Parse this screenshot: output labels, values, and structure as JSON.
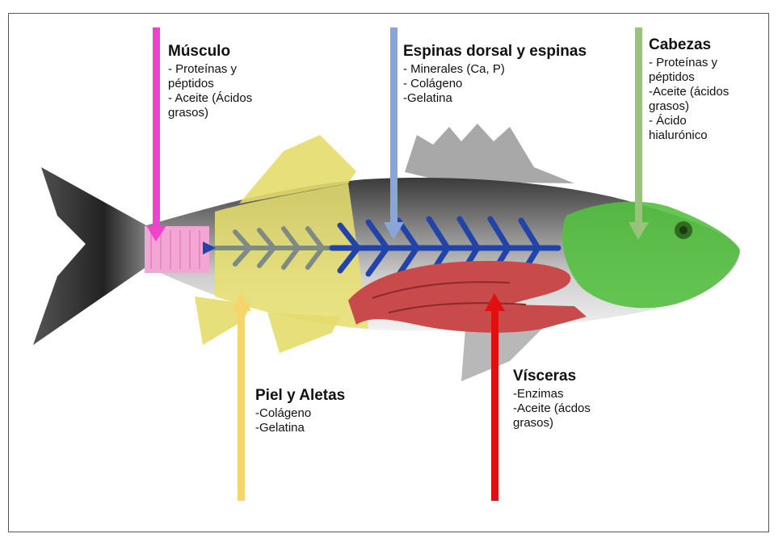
{
  "colors": {
    "musculo": "#ee44cc",
    "espinas": "#8aa6d8",
    "cabezas": "#99c27a",
    "piel": "#f6d66a",
    "visceras": "#e01010",
    "spine_dark": "#2244a8",
    "spine_gray": "#7f8a84"
  },
  "labels": {
    "musculo": {
      "title": "Músculo",
      "items": [
        "- Proteínas y",
        "péptidos",
        "- Aceite (Ácidos",
        "grasos)"
      ]
    },
    "espinas": {
      "title": "Espinas dorsal y espinas",
      "items": [
        "- Minerales (Ca, P)",
        "- Colágeno",
        "-Gelatina"
      ]
    },
    "cabezas": {
      "title": "Cabezas",
      "items": [
        "- Proteínas y",
        "péptidos",
        "-Aceite (ácidos",
        "grasos)",
        "- Ácido",
        "hialurónico"
      ]
    },
    "piel": {
      "title": "Piel y Aletas",
      "items": [
        "-Colágeno",
        "-Gelatina"
      ]
    },
    "visceras": {
      "title": "Vísceras",
      "items": [
        "-Enzimas",
        "-Aceite (ácdos",
        "grasos)"
      ]
    }
  }
}
